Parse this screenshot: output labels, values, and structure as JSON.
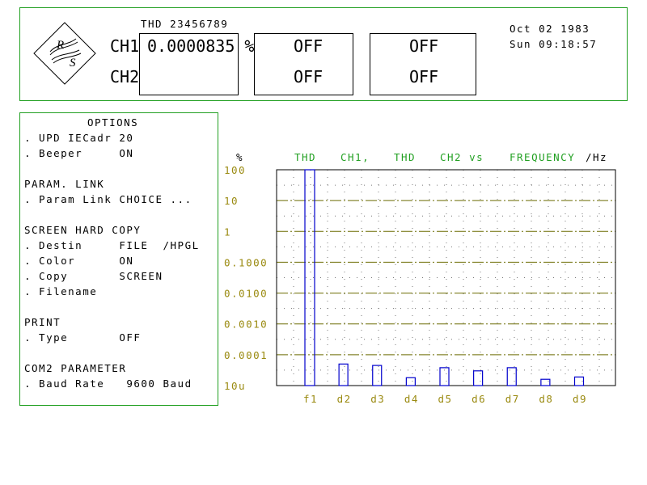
{
  "header": {
    "title": "THD 23456789",
    "ch1_label": "CH1",
    "ch2_label": "CH2",
    "ch1_value": "0.0000835 %",
    "slot2_ch1": "OFF",
    "slot2_ch2": "OFF",
    "slot3_ch1": "OFF",
    "slot3_ch2": "OFF",
    "date": "Oct 02 1983",
    "time": "Sun 09:18:57",
    "logo_text": "R S"
  },
  "options": {
    "title": "OPTIONS",
    "lines": [
      ". UPD IECadr 20",
      ". Beeper     ON",
      "",
      "PARAM. LINK",
      ". Param Link CHOICE ...",
      "",
      "SCREEN HARD COPY",
      ". Destin     FILE  /HPGL",
      ". Color      ON",
      ". Copy       SCREEN",
      ". Filename",
      "",
      "PRINT",
      ". Type       OFF",
      "",
      "COM2 PARAMETER",
      ". Baud Rate   9600 Baud"
    ]
  },
  "colors": {
    "frame": "#22a022",
    "axis_text": "#9a8a10",
    "grid_major": "#6b6b00",
    "bars": "#0000cc",
    "title": "#22a022"
  },
  "chart_data": {
    "type": "bar",
    "title_parts": [
      "THD",
      "CH1,",
      "THD",
      "CH2 vs",
      "FREQUENCY"
    ],
    "ylabel": "%",
    "xlabel": "/Hz",
    "scale": "log",
    "ylim": [
      1e-05,
      100
    ],
    "ytick_labels": [
      "100",
      "10",
      "1",
      "0.1000",
      "0.0100",
      "0.0010",
      "0.0001",
      "10u"
    ],
    "ytick_values": [
      100,
      10,
      1,
      0.1,
      0.01,
      0.001,
      0.0001,
      1e-05
    ],
    "categories": [
      "f1",
      "d2",
      "d3",
      "d4",
      "d5",
      "d6",
      "d7",
      "d8",
      "d9"
    ],
    "values": [
      100,
      5e-05,
      4.5e-05,
      1.8e-05,
      3.8e-05,
      3e-05,
      3.8e-05,
      1.6e-05,
      1.9e-05
    ]
  }
}
